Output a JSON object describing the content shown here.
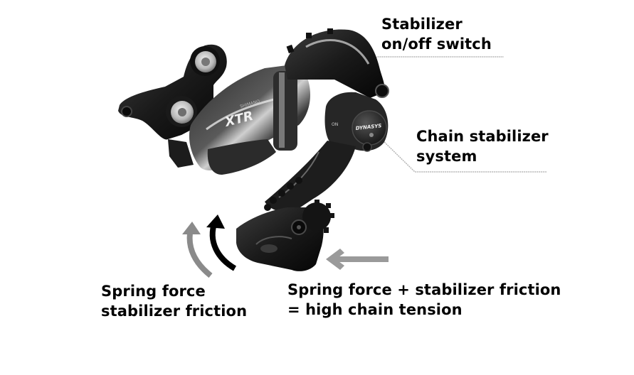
{
  "diagram": {
    "subject": "Rear derailleur with chain stabilizer",
    "part_markings": {
      "brand_small": "SHIMANO",
      "model_logo": "XTR",
      "cap_logo": "DYNASYS",
      "switch_marking": "ON"
    },
    "callouts": [
      {
        "id": "switch",
        "lines": [
          "Stabilizer",
          "on/off switch"
        ]
      },
      {
        "id": "system",
        "lines": [
          "Chain stabilizer",
          "system"
        ]
      },
      {
        "id": "spring",
        "lines": [
          "Spring force",
          "stabilizer friction"
        ]
      },
      {
        "id": "tension",
        "lines": [
          "Spring force + stabilizer friction",
          "= high chain tension"
        ]
      }
    ],
    "arrows": [
      {
        "name": "spring-force-arrow",
        "color": "#8a8a8a",
        "direction": "curved-up"
      },
      {
        "name": "stabilizer-friction-arrow",
        "color": "#000000",
        "direction": "curved-up"
      },
      {
        "name": "chain-tension-arrow",
        "color": "#9a9a9a",
        "direction": "left"
      }
    ],
    "colors": {
      "text": "#000000",
      "leader_line": "#b5b5b5",
      "background": "#ffffff"
    }
  }
}
